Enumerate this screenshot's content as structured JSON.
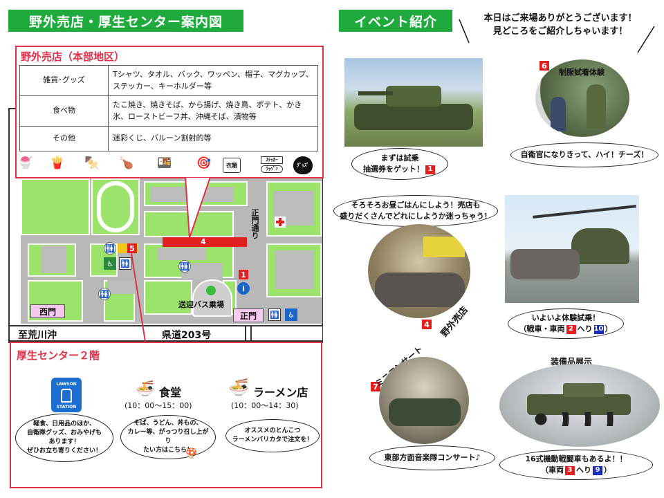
{
  "left_header": "野外売店・厚生センター案内図",
  "right_header": "イベント紹介",
  "intro_line1": "本日はご来場ありがとうございます！",
  "intro_line2": "見どころをご紹介しちゃいます！",
  "outdoor_shop": {
    "title": "野外売店（本部地区）",
    "rows": [
      {
        "category": "雑貨･グッズ",
        "items": "Tシャツ、タオル、バック、ワッペン、帽子、マグカップ、ステッカー、キーホルダー等"
      },
      {
        "category": "食べ物",
        "items": "たこ焼き、焼きそば、から揚げ、焼き鳥、ポテト、かき氷、ローストビーフ丼、沖縄そば、漬物等"
      },
      {
        "category": "その他",
        "items": "迷彩くじ、バルーン割射的等"
      }
    ],
    "tshirt_text": "衣類",
    "sticker_text": "ｽﾃｯｶｰ",
    "patch_text": "ﾜｯﾍﾟﾝ",
    "bear_text": "ｸﾞｯｽﾞ"
  },
  "map": {
    "west_gate": "西門",
    "main_gate": "正門",
    "main_street": "正門通り",
    "bus_stop": "送迎バス乗場",
    "road_left": "至荒川沖",
    "road_right": "県道203号",
    "badge4": "4",
    "badge5": "5",
    "badge1": "1"
  },
  "welfare": {
    "title": "厚生センター２階",
    "lawson_top": "LAWSON",
    "lawson_bottom": "STATION",
    "cafeteria": "食堂",
    "cafeteria_hours": "(10：00〜15：00)",
    "ramen": "ラーメン店",
    "ramen_hours": "(10：00〜14：30)",
    "bubble1": [
      "軽食、日用品のほか、",
      "自衛隊グッズ、おみやげも",
      "あります！",
      "ぜひお立ち寄りください！"
    ],
    "bubble2": [
      "そば、うどん、丼もの、",
      "カレー等、がっつり召し上がり",
      "たい方はこちら！"
    ],
    "bubble3": [
      "オススメのとんこつ",
      "ラーメンバリカタで注文を！"
    ]
  },
  "events": {
    "e1_bubble": [
      "まずは試乗",
      "抽選券をゲット！"
    ],
    "e1_num": "1",
    "e6_num": "6",
    "e6_label": "制服試着体験",
    "e6_bubble": "自衛官になりきって、ハイ！チーズ！",
    "e4_bubble": [
      "そろそろお昼ごはんにしよう！売店も",
      "盛りだくさんでどれにしようか迷っちゃう！"
    ],
    "e4_num": "4",
    "e4_label": "野外売店",
    "heli_bubble_line1": "いよいよ体験試乗！",
    "heli_bubble_pre": "（戦車・車両",
    "heli_num_a": "2",
    "heli_mid": "へり",
    "heli_num_b": "10",
    "heli_post": "）",
    "e7_num": "7",
    "e7_label": "ミニコンサート",
    "e7_bubble": "東部方面音楽隊コンサート♪",
    "equip_label": "装備品展示",
    "equip_line1": "16式機動戦闘車もあるよ！！",
    "equip_pre": "（車両",
    "equip_num_a": "3",
    "equip_mid": "へり",
    "equip_num_b": "9",
    "equip_post": "）"
  },
  "colors": {
    "header_green": "#1eaa3c",
    "accent_red": "#e0304a",
    "map_green": "#9be36a",
    "gate_pink": "#f7c8ee",
    "badge_blue": "#1a2ab8"
  }
}
